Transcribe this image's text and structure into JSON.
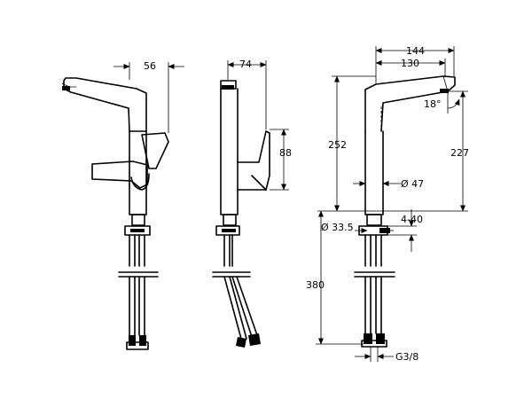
{
  "dimensions": {
    "front_reach": "56",
    "side_reach": "74",
    "handle_height": "88",
    "spout_length_total": "144",
    "spout_length": "130",
    "swivel_angle": "18°",
    "total_height": "252",
    "spout_height": "227",
    "body_diameter": "Ø 47",
    "hole_diameter": "Ø 33.5",
    "deck_thickness": "4-40",
    "hose_length": "380",
    "connection_thread": "G3/8"
  }
}
